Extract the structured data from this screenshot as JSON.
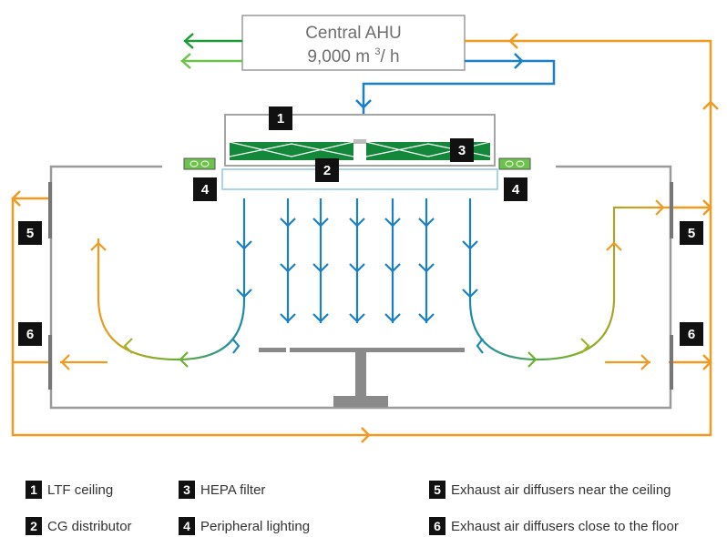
{
  "ahu": {
    "title": "Central AHU",
    "capacity_prefix": "9,000 m",
    "capacity_sup": "3",
    "capacity_suffix": "/ h"
  },
  "markers": {
    "m1": "1",
    "m2": "2",
    "m3": "3",
    "m4": "4",
    "m5": "5",
    "m6": "6"
  },
  "legend": [
    {
      "number": "1",
      "label": "LTF ceiling"
    },
    {
      "number": "2",
      "label": "CG distributor"
    },
    {
      "number": "3",
      "label": "HEPA filter"
    },
    {
      "number": "4",
      "label": "Peripheral lighting"
    },
    {
      "number": "5",
      "label": "Exhaust air diffusers near the ceiling"
    },
    {
      "number": "6",
      "label": "Exhaust air diffusers close to the floor"
    }
  ],
  "colors": {
    "supply": "#1a7fc4",
    "exhaust": "#f29a1f",
    "outdoor": "#1f9a3a",
    "outline": "#9a9a9a",
    "filter": "#13883a",
    "marker": "#111111"
  }
}
